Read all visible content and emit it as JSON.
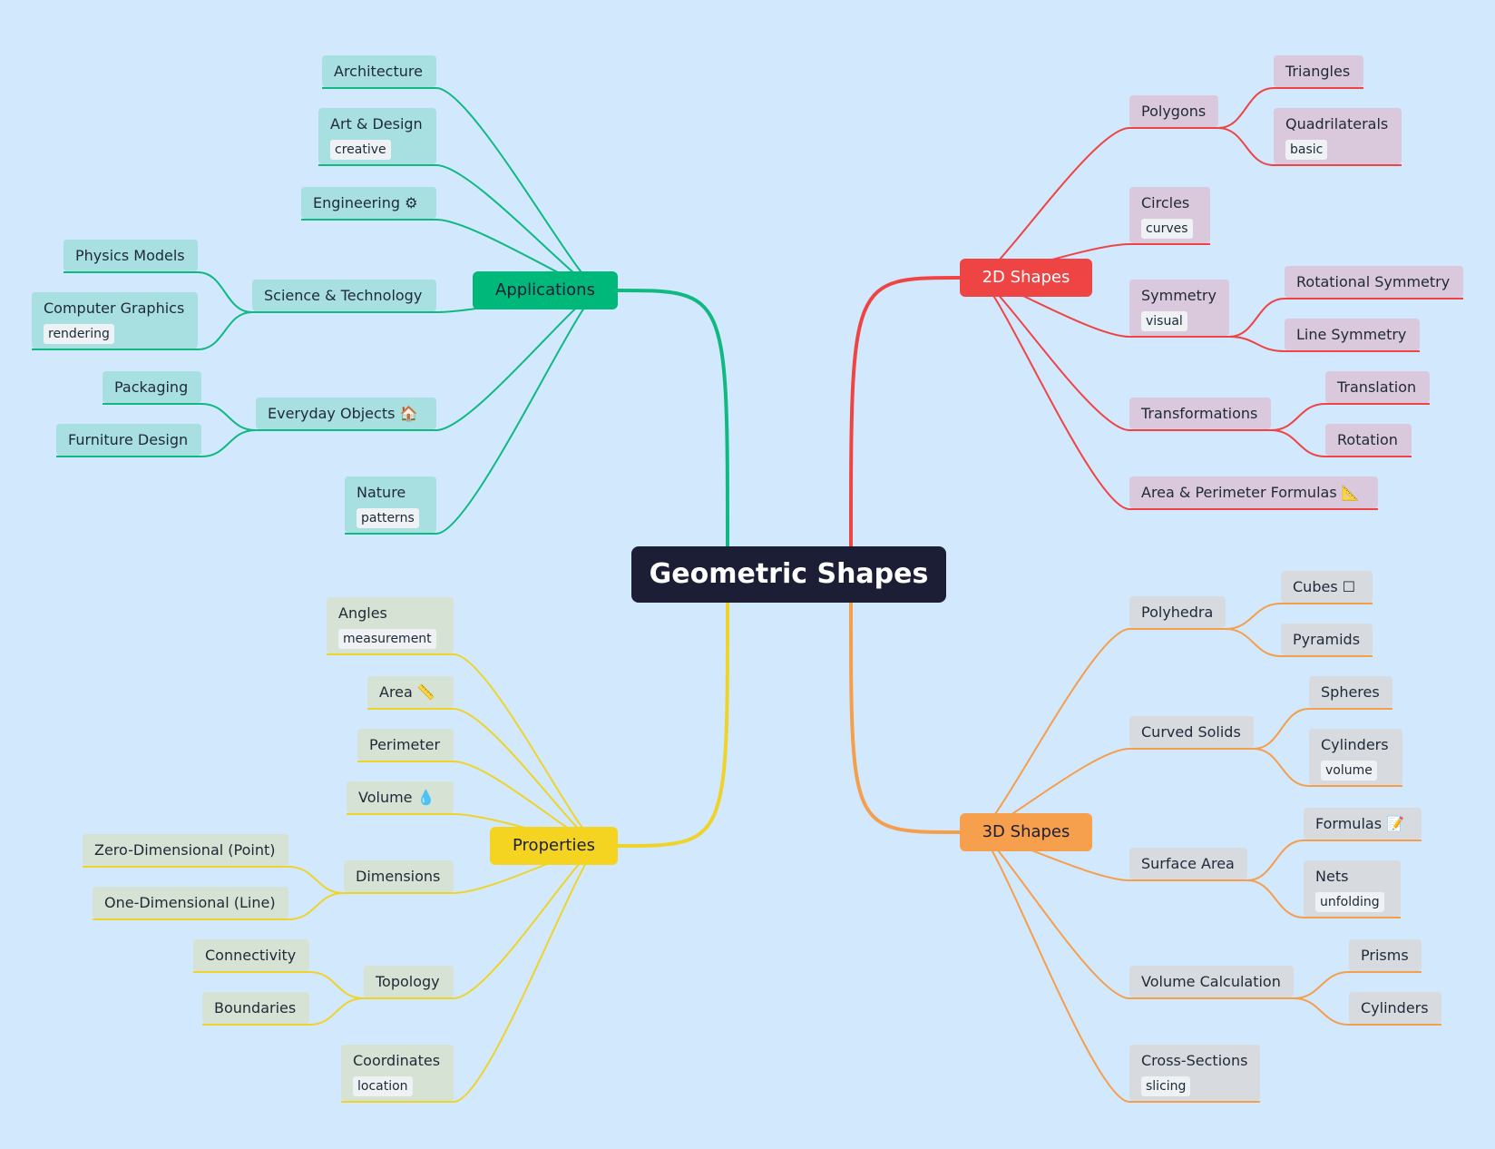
{
  "title": "Geometric Shapes",
  "colors": {
    "background": "#d2e8fd",
    "center": "#1b1e34",
    "branch_2d": "#ef4444",
    "branch_3d": "#f59e4b",
    "branch_applications": "#10b981",
    "branch_properties": "#eed42a"
  },
  "branches": {
    "shapes2d": {
      "label": "2D Shapes",
      "items": [
        {
          "label": "Polygons",
          "children": [
            {
              "label": "Triangles"
            },
            {
              "label": "Quadrilaterals",
              "tag": "basic"
            }
          ]
        },
        {
          "label": "Circles",
          "tag": "curves"
        },
        {
          "label": "Symmetry",
          "tag": "visual",
          "children": [
            {
              "label": "Rotational Symmetry"
            },
            {
              "label": "Line Symmetry"
            }
          ]
        },
        {
          "label": "Transformations",
          "children": [
            {
              "label": "Translation"
            },
            {
              "label": "Rotation"
            }
          ]
        },
        {
          "label": "Area & Perimeter Formulas 📐"
        }
      ]
    },
    "shapes3d": {
      "label": "3D Shapes",
      "items": [
        {
          "label": "Polyhedra",
          "children": [
            {
              "label": "Cubes ☐"
            },
            {
              "label": "Pyramids"
            }
          ]
        },
        {
          "label": "Curved Solids",
          "children": [
            {
              "label": "Spheres"
            },
            {
              "label": "Cylinders",
              "tag": "volume"
            }
          ]
        },
        {
          "label": "Surface Area",
          "children": [
            {
              "label": "Formulas 📝"
            },
            {
              "label": "Nets",
              "tag": "unfolding"
            }
          ]
        },
        {
          "label": "Volume Calculation",
          "children": [
            {
              "label": "Prisms"
            },
            {
              "label": "Cylinders"
            }
          ]
        },
        {
          "label": "Cross-Sections",
          "tag": "slicing"
        }
      ]
    },
    "applications": {
      "label": "Applications",
      "items": [
        {
          "label": "Architecture"
        },
        {
          "label": "Art & Design",
          "tag": "creative"
        },
        {
          "label": "Engineering ⚙"
        },
        {
          "label": "Science & Technology",
          "children": [
            {
              "label": "Physics Models"
            },
            {
              "label": "Computer Graphics",
              "tag": "rendering"
            }
          ]
        },
        {
          "label": "Everyday Objects 🏠",
          "children": [
            {
              "label": "Packaging"
            },
            {
              "label": "Furniture Design"
            }
          ]
        },
        {
          "label": "Nature",
          "tag": "patterns"
        }
      ]
    },
    "properties": {
      "label": "Properties",
      "items": [
        {
          "label": "Angles",
          "tag": "measurement"
        },
        {
          "label": "Area 📏"
        },
        {
          "label": "Perimeter"
        },
        {
          "label": "Volume 💧"
        },
        {
          "label": "Dimensions",
          "children": [
            {
              "label": "Zero-Dimensional (Point)"
            },
            {
              "label": "One-Dimensional (Line)"
            }
          ]
        },
        {
          "label": "Topology",
          "children": [
            {
              "label": "Connectivity"
            },
            {
              "label": "Boundaries"
            }
          ]
        },
        {
          "label": "Coordinates",
          "tag": "location"
        }
      ]
    }
  }
}
